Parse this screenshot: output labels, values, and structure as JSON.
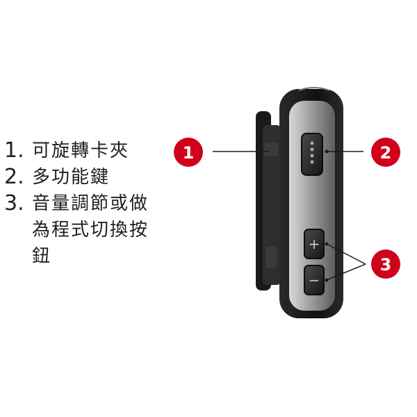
{
  "legend": [
    {
      "number": "1.",
      "text": "可旋轉卡夾"
    },
    {
      "number": "2.",
      "text": "多功能鍵"
    },
    {
      "number": "3.",
      "text": "音量調節或做為程式切換按鈕"
    }
  ],
  "callouts": [
    {
      "label": "1",
      "color": "#d0021b"
    },
    {
      "label": "2",
      "color": "#d0021b"
    },
    {
      "label": "3",
      "color": "#d0021b"
    }
  ],
  "device": {
    "plus_symbol": "+",
    "minus_symbol": "−"
  }
}
